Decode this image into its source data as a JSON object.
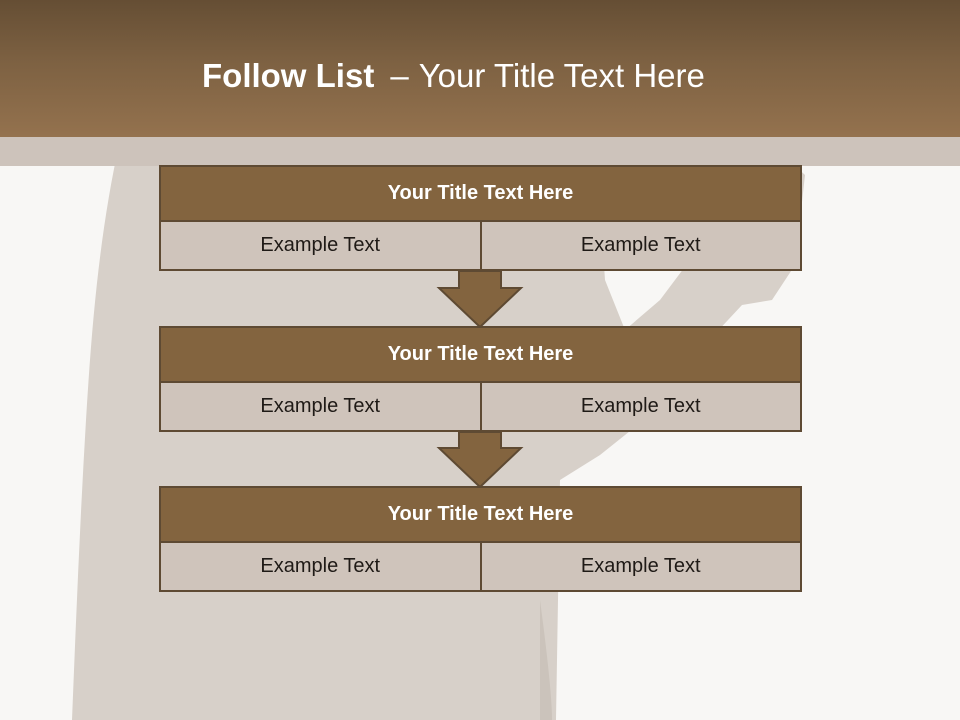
{
  "slide": {
    "title_bold": "Follow List",
    "title_separator": "–",
    "title_rest": "Your Title Text Here"
  },
  "colors": {
    "header": "#7d6142",
    "block_title": "#83643f",
    "cell": "#cfc4bb",
    "border": "#5e4a33",
    "background": "#f8f7f5"
  },
  "steps": [
    {
      "title": "Your Title Text Here",
      "left": "Example Text",
      "right": "Example Text"
    },
    {
      "title": "Your Title Text Here",
      "left": "Example Text",
      "right": "Example Text"
    },
    {
      "title": "Your Title Text Here",
      "left": "Example Text",
      "right": "Example Text"
    }
  ]
}
